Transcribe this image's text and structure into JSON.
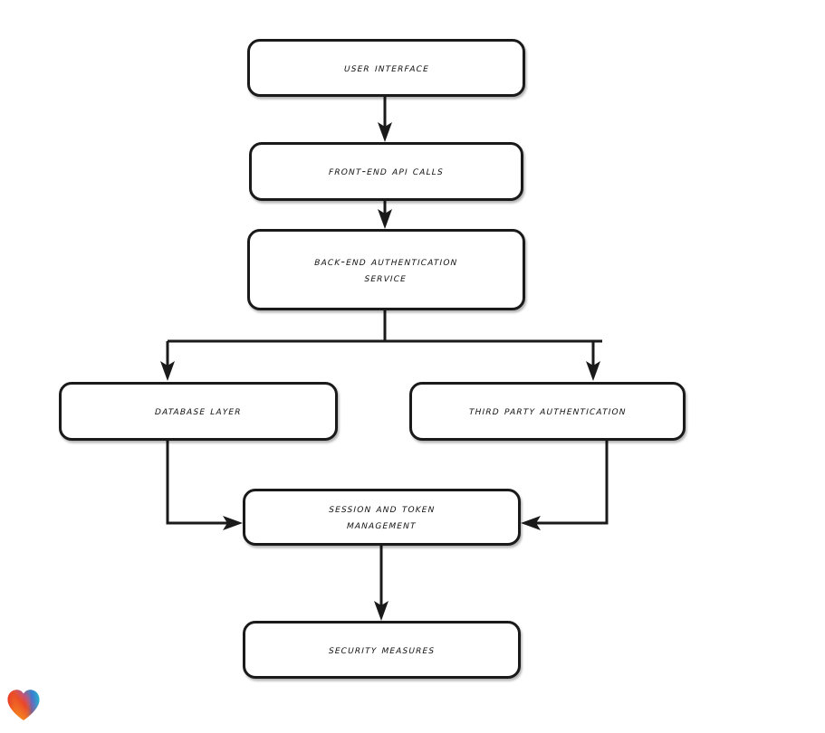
{
  "diagram": {
    "type": "flowchart",
    "orientation": "top-down",
    "style": "hand-drawn",
    "background_color": "#ffffff",
    "stroke_color": "#1a1a1a",
    "nodes": [
      {
        "id": "user-interface",
        "label": "User Interface"
      },
      {
        "id": "frontend-api",
        "label": "Front-End API Calls"
      },
      {
        "id": "backend-auth",
        "label": "Back-End Authentication\nService"
      },
      {
        "id": "database-layer",
        "label": "Database Layer"
      },
      {
        "id": "third-party-auth",
        "label": "Third Party Authentication"
      },
      {
        "id": "session-token",
        "label": "Session and Token\nManagement"
      },
      {
        "id": "security-measures",
        "label": "Security Measures"
      }
    ],
    "edges": [
      {
        "from": "user-interface",
        "to": "frontend-api",
        "direction": "down"
      },
      {
        "from": "frontend-api",
        "to": "backend-auth",
        "direction": "down"
      },
      {
        "from": "backend-auth",
        "to": "database-layer",
        "direction": "down-left-branch"
      },
      {
        "from": "backend-auth",
        "to": "third-party-auth",
        "direction": "down-right-branch"
      },
      {
        "from": "database-layer",
        "to": "session-token",
        "direction": "down-then-right"
      },
      {
        "from": "third-party-auth",
        "to": "session-token",
        "direction": "down-then-left"
      },
      {
        "from": "session-token",
        "to": "security-measures",
        "direction": "down"
      }
    ]
  },
  "watermark": {
    "icon": "heart-icon",
    "colors": [
      "#e8342a",
      "#f08a1e",
      "#f7a41b",
      "#3b7fd4",
      "#2bb5c8"
    ]
  }
}
